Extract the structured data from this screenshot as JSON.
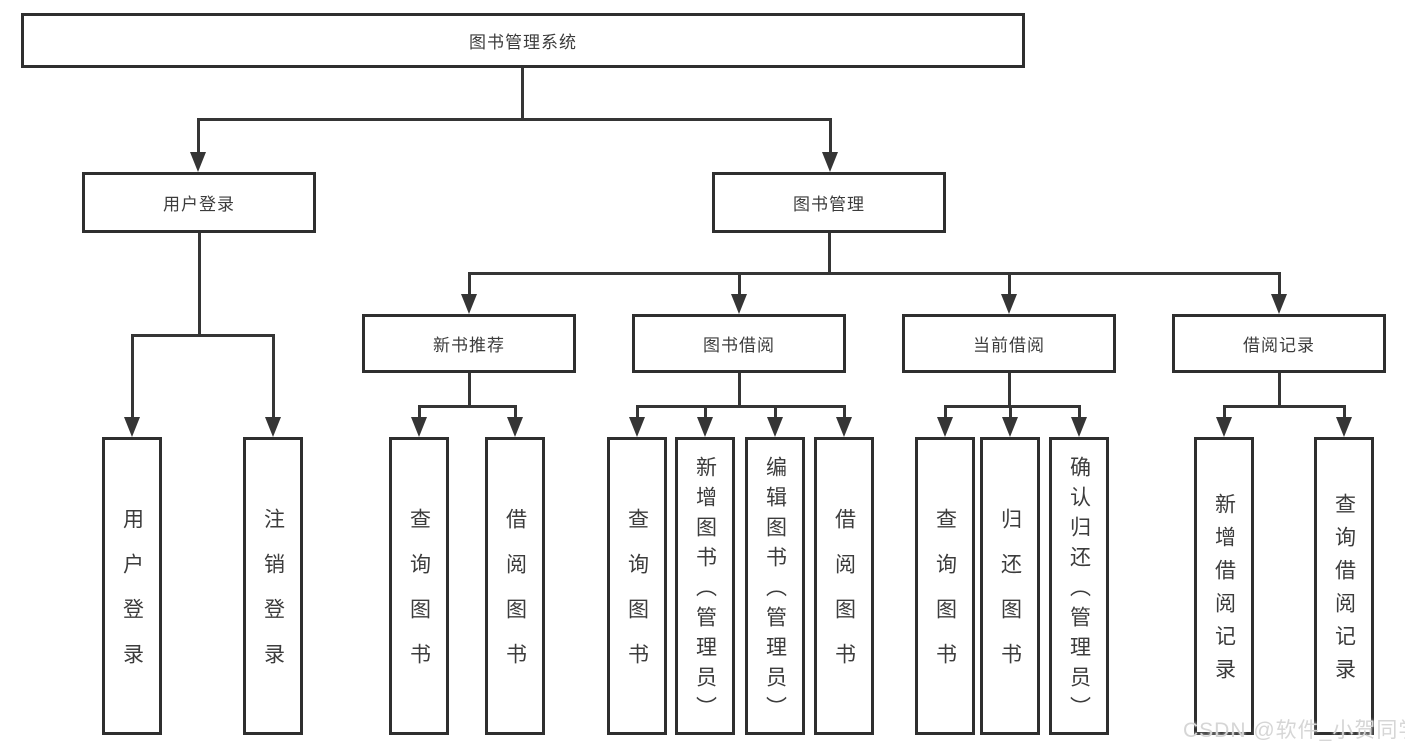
{
  "diagram": {
    "watermark": "CSDN @软件_小贺同学",
    "colors": {
      "line": "#353535",
      "border": "#2f2f2f",
      "text": "#3c3c3c",
      "watermark": "#d6d6d6"
    },
    "nodes": {
      "root": "图书管理系统",
      "user_login": "用户登录",
      "book_mgmt": "图书管理",
      "new_books": "新书推荐",
      "book_borrow": "图书借阅",
      "current_borrow": "当前借阅",
      "borrow_records": "借阅记录",
      "ul_login": "用户登录",
      "ul_logout": "注销登录",
      "nb_query": "查询图书",
      "nb_borrow": "借阅图书",
      "bb_query": "查询图书",
      "bb_add": "新增图书（管理员）",
      "bb_edit": "编辑图书（管理员）",
      "bb_borrow": "借阅图书",
      "cb_query": "查询图书",
      "cb_return": "归还图书",
      "cb_confirm": "确认归还（管理员）",
      "br_add": "新增借阅记录",
      "br_query": "查询借阅记录"
    }
  }
}
